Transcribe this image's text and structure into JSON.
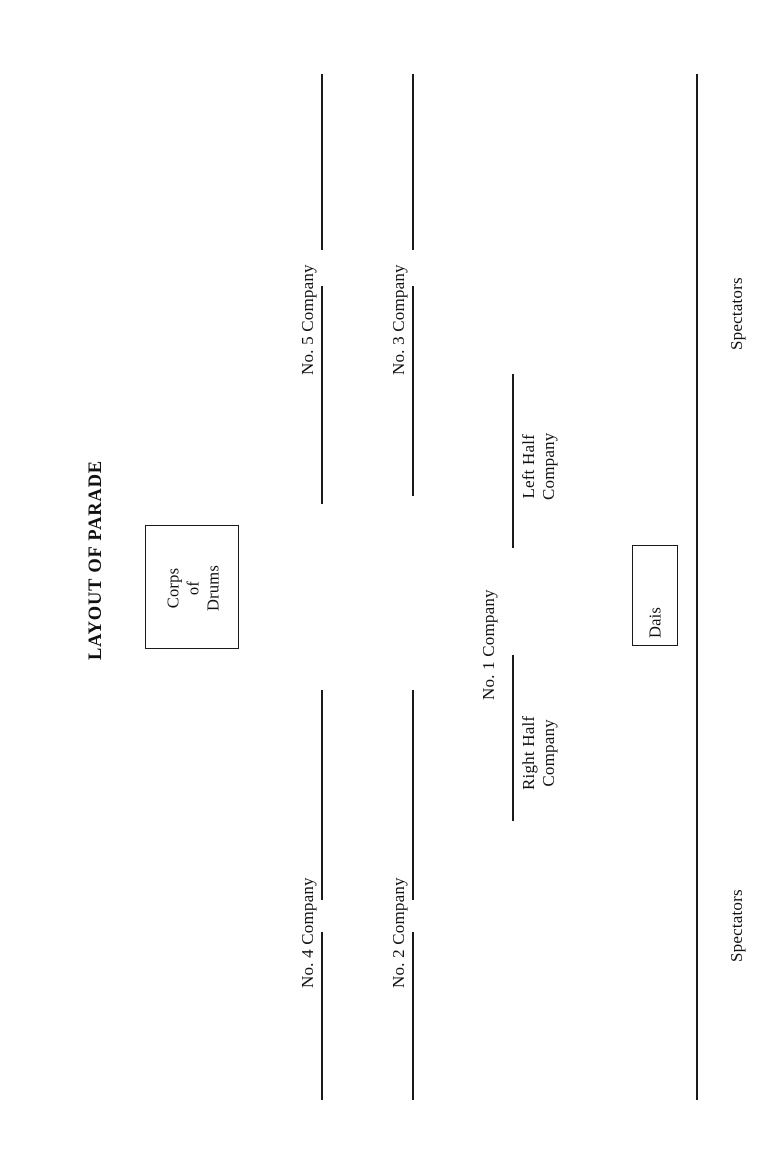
{
  "diagram": {
    "title": "LAYOUT OF PARADE",
    "boxes": [
      {
        "name": "corps-of-drums",
        "lines": [
          "Corps",
          "of",
          "Drums"
        ],
        "text": "Corps of Drums"
      },
      {
        "name": "dais",
        "lines": [
          "Dais"
        ],
        "text": "Dais"
      }
    ],
    "columns": [
      {
        "name": "column-1",
        "labels": [
          "No. 5 Company",
          "No. 4 Company"
        ]
      },
      {
        "name": "column-2",
        "labels": [
          "No. 3 Company",
          "No. 2 Company"
        ]
      },
      {
        "name": "column-3",
        "group_label": "No. 1 Company",
        "labels": [
          "Left Half Company",
          "Right Half Company"
        ],
        "label_lines": [
          [
            "Left Half",
            "Company"
          ],
          [
            "Right Half",
            "Company"
          ]
        ]
      },
      {
        "name": "column-4",
        "labels": [
          "Spectators",
          "Spectators"
        ]
      }
    ],
    "colors": {
      "ink": "#1a1a1a",
      "paper": "#ffffff"
    }
  }
}
